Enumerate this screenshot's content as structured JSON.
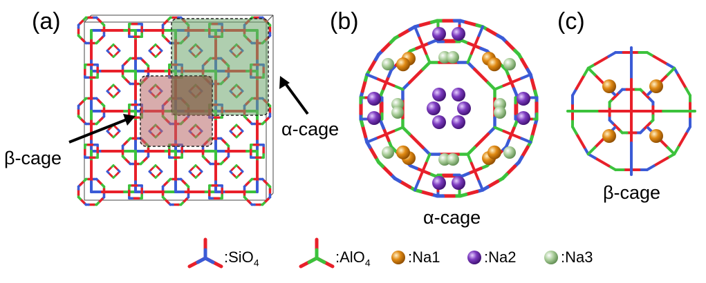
{
  "colors": {
    "oxygen": "#e8202a",
    "silicon": "#3b5bd6",
    "aluminum": "#3cc23c",
    "na1": "#e08a14",
    "na2": "#7d3cc0",
    "na3": "#a8cc98",
    "beta_highlight": "#b86868",
    "alpha_highlight": "#6ea66e"
  },
  "panels": {
    "a": {
      "label": "(a)",
      "beta_label": "β-cage",
      "alpha_label": "α-cage"
    },
    "b": {
      "label": "(b)",
      "cage_label": "α-cage"
    },
    "c": {
      "label": "(c)",
      "cage_label": "β-cage"
    }
  },
  "legend": [
    {
      "icon": "sio4-tetrahedron-icon",
      "text": "SiO",
      "sub": "4"
    },
    {
      "icon": "alo4-tetrahedron-icon",
      "text": "AlO",
      "sub": "4"
    },
    {
      "icon": "na1-sphere-icon",
      "text": "Na1",
      "sub": ""
    },
    {
      "icon": "na2-sphere-icon",
      "text": "Na2",
      "sub": ""
    },
    {
      "icon": "na3-sphere-icon",
      "text": "Na3",
      "sub": ""
    }
  ]
}
